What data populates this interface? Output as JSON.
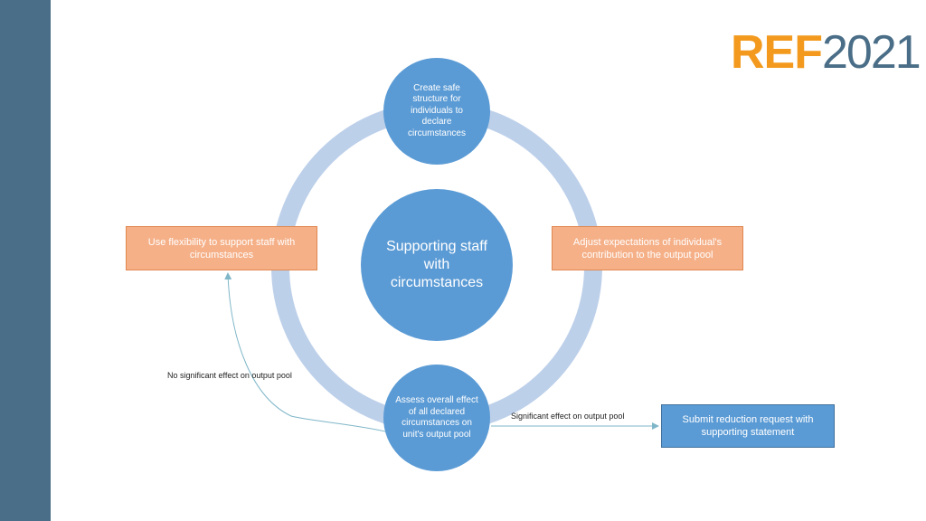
{
  "logo": {
    "ref": "REF",
    "year": "2021"
  },
  "diagram": {
    "center": "Supporting staff with circumstances",
    "top": "Create safe structure for individuals to declare circumstances",
    "bottom": "Assess overall effect of all declared circumstances on unit's output pool",
    "left_box": "Use flexibility to support staff with circumstances",
    "right_box": "Adjust expectations of individual's contribution to the output pool",
    "submit_box": "Submit reduction request with supporting statement",
    "label_no_effect": "No significant effect on output pool",
    "label_effect": "Significant effect on output pool"
  },
  "colors": {
    "sidebar": "#4a6e87",
    "ring": "#bdd0ea",
    "node_blue": "#5b9bd5",
    "box_orange": "#f5b088",
    "arrow": "#7fb6c8",
    "logo_orange": "#f39a1e"
  }
}
